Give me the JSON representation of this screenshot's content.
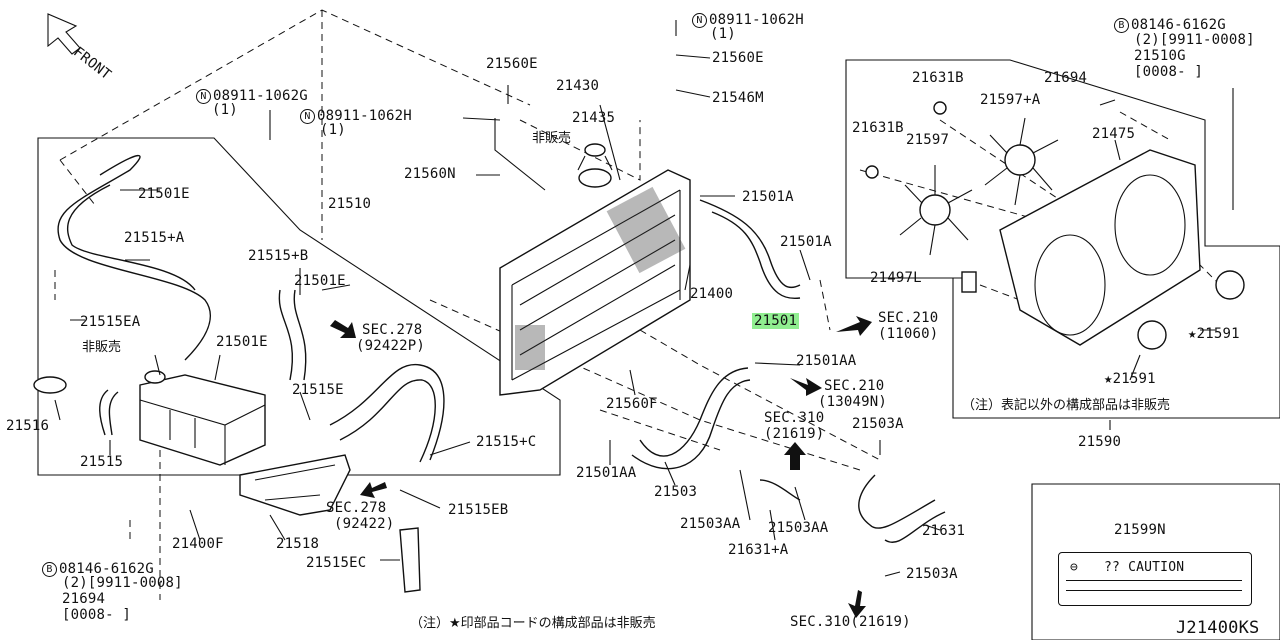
{
  "diagram": {
    "front_label": "FRONT",
    "bottom_note": "（注）★印部品コードの構成部品は非販売",
    "fan_note": "（注）表記以外の構成部品は非販売",
    "sheet_code": "J21400KS",
    "caution": {
      "part": "21599N",
      "text": "?? CAUTION"
    },
    "labels": {
      "p08911_1062H_top": "08911-1062H",
      "p08911_1062H_top_qty": "(1)",
      "p21560E_top": "21560E",
      "p21546M": "21546M",
      "p21560E_mid": "21560E",
      "p21430": "21430",
      "p21435": "21435",
      "hihanbai_cap": "非販売",
      "p08911_1062G": "08911-1062G",
      "p08911_1062G_qty": "(1)",
      "p08911_1062H_mid": "08911-1062H",
      "p08911_1062H_mid_qty": "(1)",
      "p21560N": "21560N",
      "p21501E_a": "21501E",
      "p21510": "21510",
      "p21515A": "21515+A",
      "p21515B": "21515+B",
      "p21501E_b": "21501E",
      "p21515EA": "21515EA",
      "hihanbai_tank": "非販売",
      "p21501E_c": "21501E",
      "sec278_a": "SEC.278",
      "sec278_a_sub": "(92422P)",
      "p21515E": "21515E",
      "p21516": "21516",
      "p21515": "21515",
      "p21515C": "21515+C",
      "sec278_b": "SEC.278",
      "sec278_b_sub": "(92422)",
      "p21515EB": "21515EB",
      "p21400F": "21400F",
      "p21518": "21518",
      "p21515EC": "21515EC",
      "b08146_left": "08146-6162G",
      "b08146_left_qty": "(2)[9911-0008]",
      "p21694_left": "21694",
      "p21694_left_range": "[0008-      ]",
      "p21501A_a": "21501A",
      "p21501A_b": "21501A",
      "p21400": "21400",
      "p21501": "21501",
      "sec210_a": "SEC.210",
      "sec210_a_sub": "(11060)",
      "p21501AA_a": "21501AA",
      "sec210_b": "SEC.210",
      "sec210_b_sub": "(13049N)",
      "p21560F": "21560F",
      "sec310_a": "SEC.310",
      "sec310_a_sub": "(21619)",
      "p21503A_a": "21503A",
      "p21501AA_b": "21501AA",
      "p21503": "21503",
      "p21503AA_a": "21503AA",
      "p21503AA_b": "21503AA",
      "p21631A": "21631+A",
      "p21631": "21631",
      "p21503A_b": "21503A",
      "sec310_b": "SEC.310(21619)",
      "b08146_right": "08146-6162G",
      "b08146_right_qty": "(2)[9911-0008]",
      "p21510G": "21510G",
      "p21510G_range": "[0008-      ]",
      "p21631B_a": "21631B",
      "p21694_right": "21694",
      "p21597A": "21597+A",
      "p21631B_b": "21631B",
      "p21597": "21597",
      "p21475": "21475",
      "p21497L": "21497L",
      "p21591_a": "★21591",
      "p21591_b": "★21591",
      "p21590": "21590"
    }
  }
}
